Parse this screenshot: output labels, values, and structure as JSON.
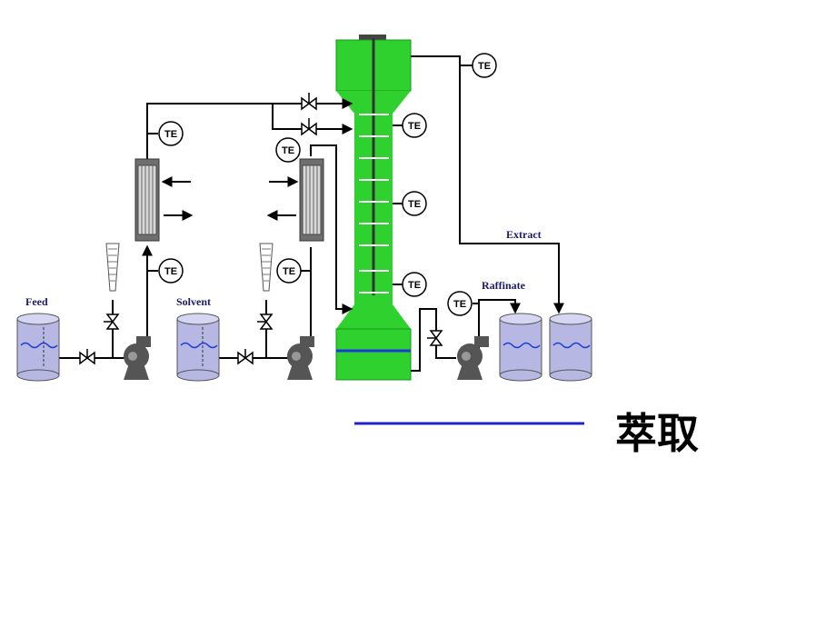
{
  "labels": {
    "feed": "Feed",
    "solvent": "Solvent",
    "raffinate": "Raffinate",
    "extract": "Extract",
    "caption": "萃取"
  },
  "instrument_tag": "TE",
  "colors": {
    "column": "#2ed12e",
    "column_dark": "#159915",
    "tank": "#b7b7e3",
    "tank_dark": "#8a8ac4",
    "pump": "#555555",
    "exchanger": "#6f6f6f",
    "caption_rule": "#2222cc",
    "interface": "#1b3bd6"
  }
}
